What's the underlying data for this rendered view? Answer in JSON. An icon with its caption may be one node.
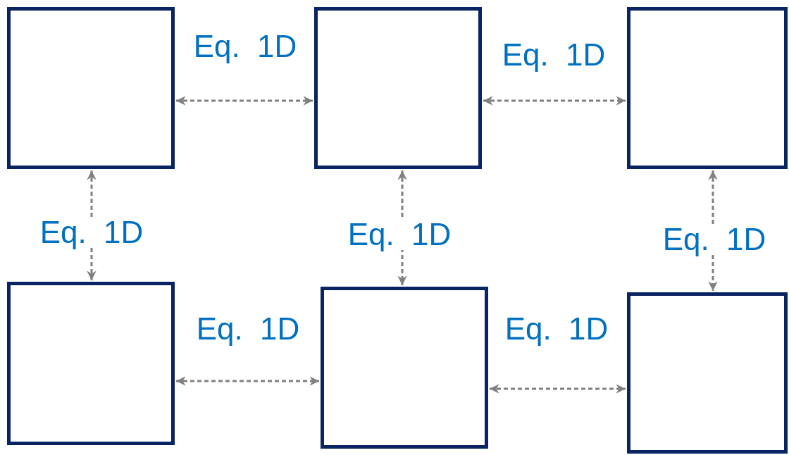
{
  "diagram": {
    "nodes": [
      {
        "text": [],
        "shape": "box"
      },
      {
        "text": [],
        "shape": "box"
      },
      {
        "text": [],
        "shape": "box"
      },
      {
        "text": [],
        "shape": "box"
      },
      {
        "text": [],
        "shape": "box"
      },
      {
        "text": [],
        "shape": "box"
      }
    ],
    "edges": [
      {
        "from": 0,
        "to": 1,
        "arrow": "both",
        "style": "dashed",
        "label": "Eq.  1D"
      },
      {
        "from": 1,
        "to": 2,
        "arrow": "both",
        "style": "dashed",
        "label": "Eq.  1D"
      },
      {
        "from": 0,
        "to": 3,
        "arrow": "both",
        "style": "dashed",
        "label": "Eq.  1D"
      },
      {
        "from": 1,
        "to": 4,
        "arrow": "both",
        "style": "dashed",
        "label": "Eq.  1D"
      },
      {
        "from": 2,
        "to": 5,
        "arrow": "both",
        "style": "dashed",
        "label": "Eq.  1D"
      },
      {
        "from": 3,
        "to": 4,
        "arrow": "both",
        "style": "dashed",
        "label": "Eq.  1D"
      },
      {
        "from": 4,
        "to": 5,
        "arrow": "both",
        "style": "dashed",
        "label": "Eq.  1D"
      }
    ]
  }
}
